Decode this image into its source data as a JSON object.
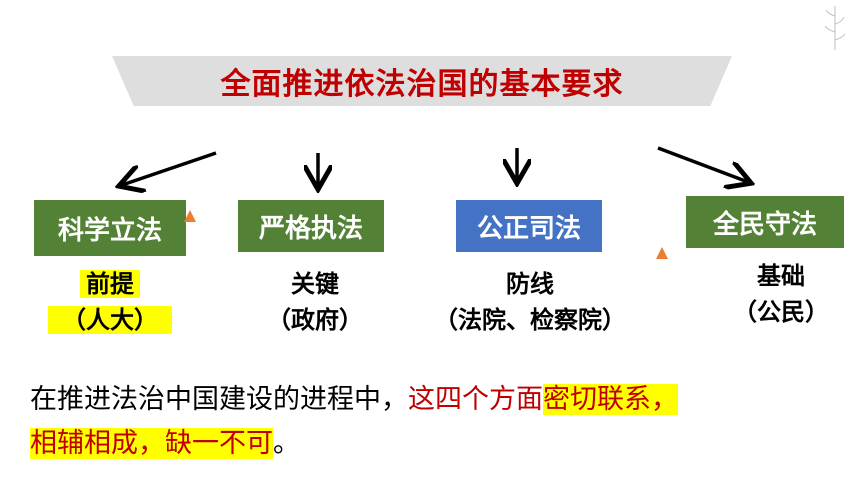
{
  "title": "全面推进依法治国的基本要求",
  "items": [
    {
      "name": "科学立法",
      "role_lines": [
        "前提",
        "（人大）"
      ]
    },
    {
      "name": "严格执法",
      "role_lines": [
        "关键",
        "（政府）"
      ]
    },
    {
      "name": "公正司法",
      "role_lines": [
        "防线",
        "（法院、检察院）"
      ]
    },
    {
      "name": "全民守法",
      "role_lines": [
        "基础",
        "（公民）"
      ]
    }
  ],
  "conclusion": {
    "part1": "在推进法治中国建设的进程中，",
    "part2": "这四个方面",
    "part3": "密切联系，",
    "part4": "相辅相成，缺一不可",
    "part5": "。"
  },
  "colors": {
    "title": "#c00000",
    "banner": "#dedede",
    "box_green": "#538135",
    "box_blue": "#4472c4",
    "highlight": "#ffff00",
    "marker": "#ed7d31"
  }
}
